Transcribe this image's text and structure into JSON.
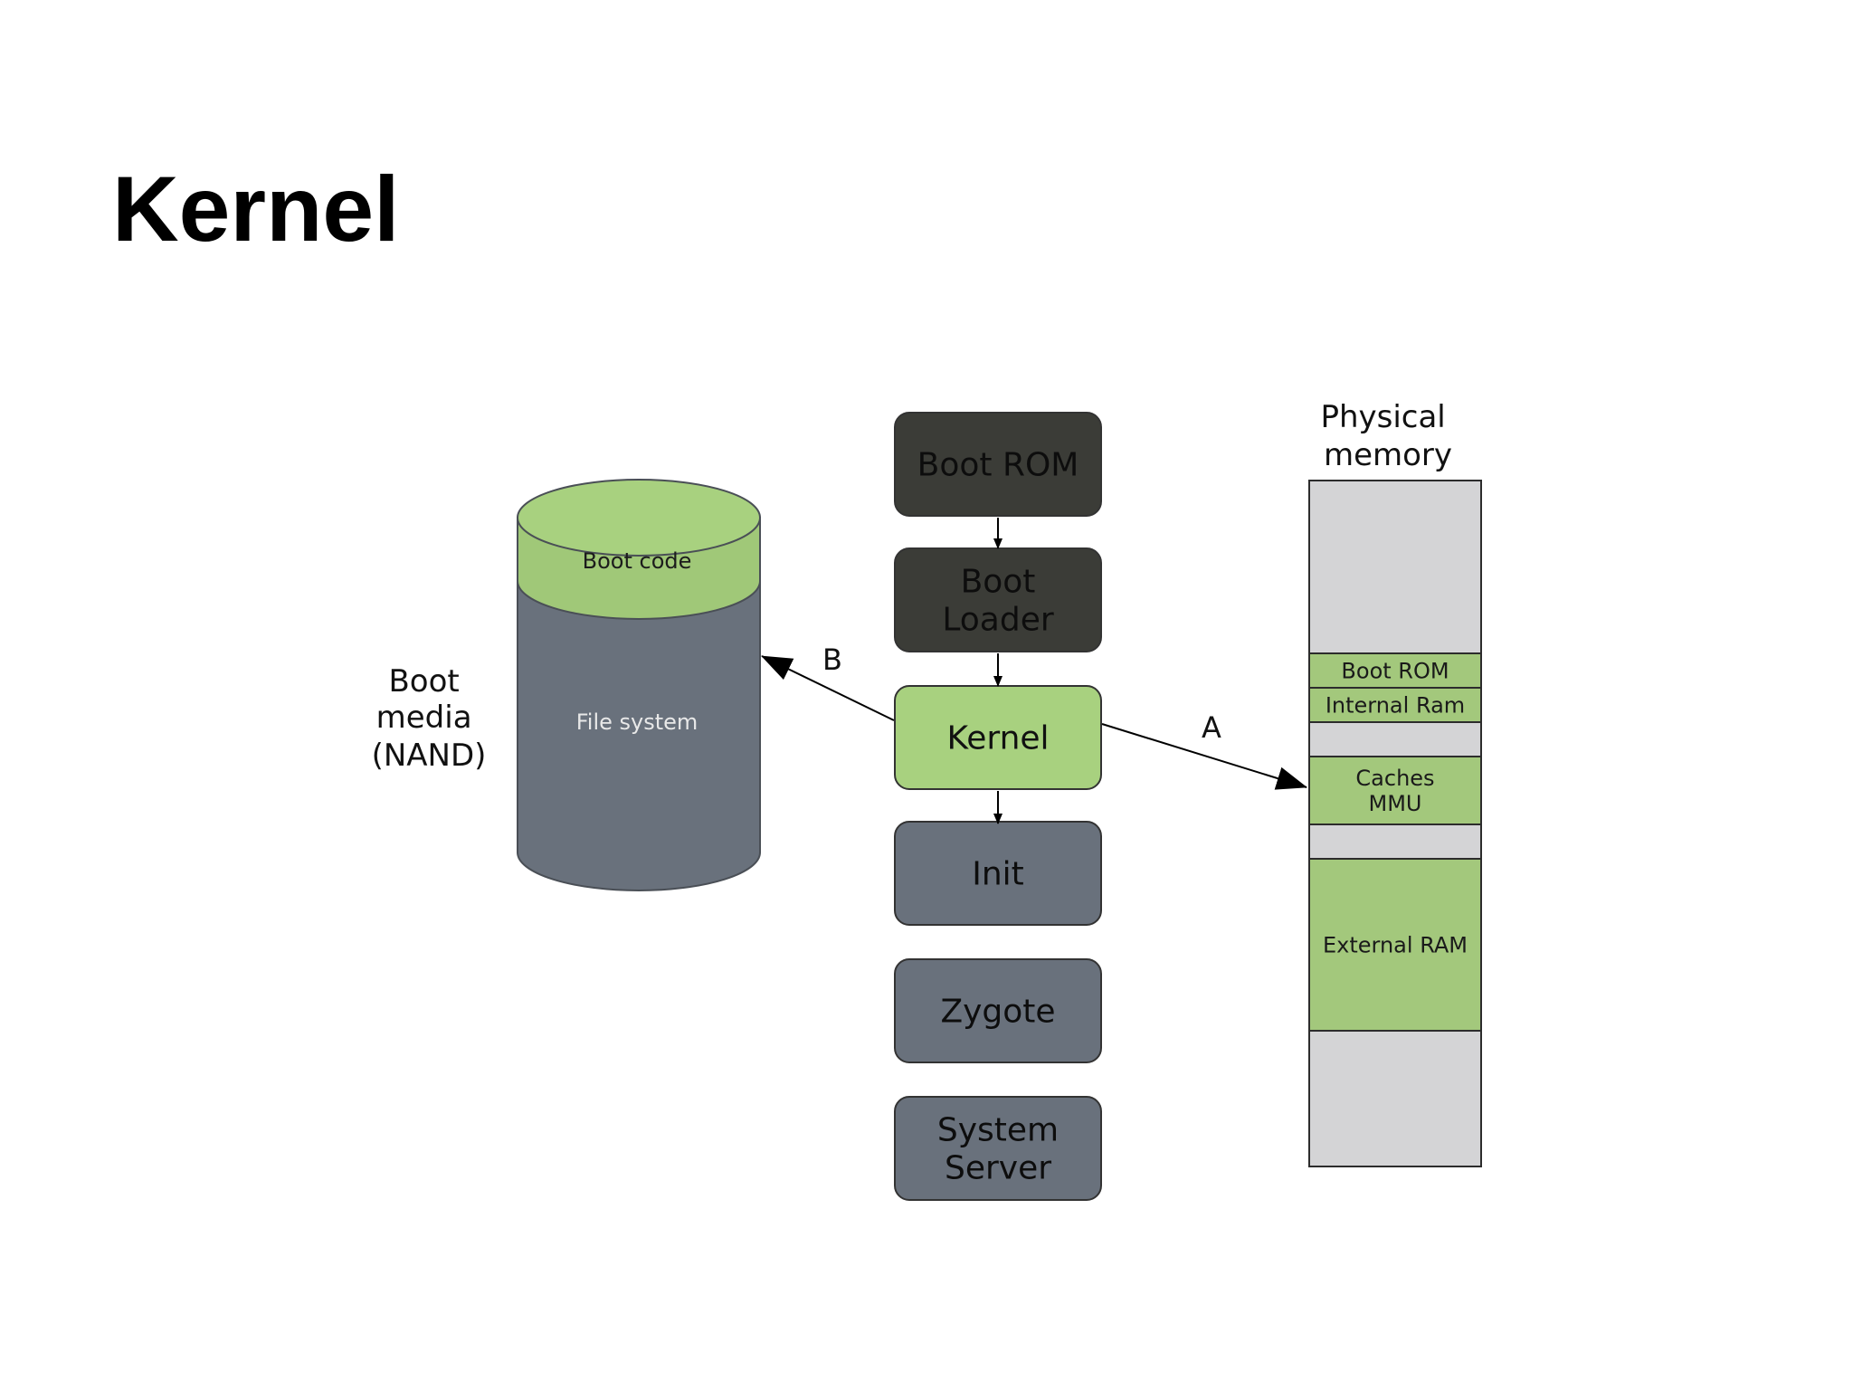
{
  "slide": {
    "title": "Kernel"
  },
  "boot_media": {
    "label_lines": [
      "Boot",
      "media",
      "(NAND)"
    ],
    "boot_code_label": "Boot code",
    "file_system_label": "File system"
  },
  "boot_sequence": [
    {
      "lines": [
        "Boot ROM"
      ],
      "state": "done"
    },
    {
      "lines": [
        "Boot",
        "Loader"
      ],
      "state": "done"
    },
    {
      "lines": [
        "Kernel"
      ],
      "state": "active"
    },
    {
      "lines": [
        "Init"
      ],
      "state": "pending"
    },
    {
      "lines": [
        "Zygote"
      ],
      "state": "pending"
    },
    {
      "lines": [
        "System",
        "Server"
      ],
      "state": "pending"
    }
  ],
  "arrows": {
    "to_boot_media": "B",
    "to_physical_memory": "A"
  },
  "physical_memory": {
    "heading_lines": [
      "Physical",
      "memory"
    ],
    "segments": [
      {
        "lines": [],
        "kind": "free"
      },
      {
        "lines": [
          "Boot ROM"
        ],
        "kind": "used"
      },
      {
        "lines": [
          "Internal Ram"
        ],
        "kind": "used"
      },
      {
        "lines": [],
        "kind": "free"
      },
      {
        "lines": [
          "Caches",
          "MMU"
        ],
        "kind": "used"
      },
      {
        "lines": [],
        "kind": "free"
      },
      {
        "lines": [
          "External RAM"
        ],
        "kind": "used"
      },
      {
        "lines": [],
        "kind": "free"
      }
    ]
  },
  "colors": {
    "done": "#3b3c37",
    "active": "#a8d17f",
    "pending": "#69717c",
    "cylinder_body": "#69717c",
    "cylinder_top": "#a8d17f",
    "boot_code_band": "#a0c878",
    "memory_free": "#d4d4d6",
    "memory_used": "#a3c87c"
  }
}
